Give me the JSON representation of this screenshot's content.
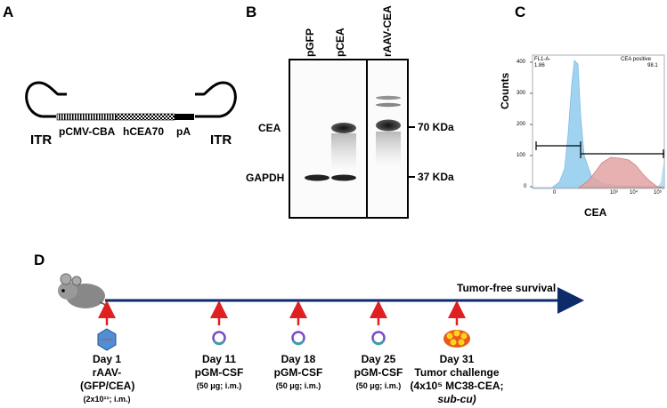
{
  "panel_a": {
    "letter": "A",
    "left_itr": "ITR",
    "right_itr": "ITR",
    "seg_promoter": "pCMV-CBA",
    "seg_gene": "hCEA70",
    "seg_pa": "pA"
  },
  "panel_b": {
    "letter": "B",
    "lanes": [
      "pGFP",
      "pCEA",
      "rAAV-CEA"
    ],
    "row_labels": [
      "CEA",
      "GAPDH"
    ],
    "markers": [
      "70 KDa",
      "37 KDa"
    ]
  },
  "panel_c": {
    "letter": "C",
    "gate_left_label": "FL1-A-",
    "gate_left_value": "1.86",
    "gate_right_label": "CEA positive",
    "gate_right_value": "98.1",
    "ylabel": "Counts",
    "xlabel": "CEA",
    "y_ticks": [
      "400",
      "300",
      "200",
      "100",
      "0"
    ],
    "x_ticks": [
      "0",
      "10³",
      "10⁴",
      "10⁵"
    ],
    "x_tick_zero": "0",
    "colors": {
      "control": "#9fd3f0",
      "positive": "#e3a3a3"
    }
  },
  "panel_d": {
    "letter": "D",
    "timeline_label": "Tumor-free survival",
    "colors": {
      "arrow_line": "#0d2a6a",
      "red_arrow": "#e02020"
    },
    "steps": [
      {
        "day": "Day 1",
        "line1": "rAAV-",
        "line2": "(GFP/CEA)",
        "note": "(2x10¹¹; i.m.)",
        "icon": "hexagon-virus-icon"
      },
      {
        "day": "Day 11",
        "line1": "pGM-CSF",
        "line2": "",
        "note": "(50 μg; i.m.)",
        "icon": "plasmid-icon"
      },
      {
        "day": "Day 18",
        "line1": "pGM-CSF",
        "line2": "",
        "note": "(50 μg; i.m.)",
        "icon": "plasmid-icon"
      },
      {
        "day": "Day 25",
        "line1": "pGM-CSF",
        "line2": "",
        "note": "(50 μg; i.m.)",
        "icon": "plasmid-icon"
      },
      {
        "day": "Day 31",
        "line1": "Tumor challenge",
        "line2": "(4x10⁵ MC38-CEA;",
        "note": "sub-cu)",
        "icon": "tumor-cells-icon"
      }
    ]
  }
}
